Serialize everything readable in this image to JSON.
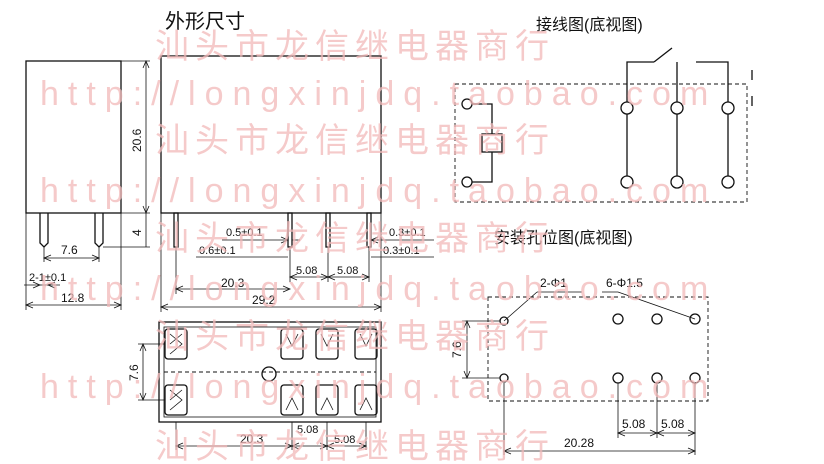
{
  "watermark": {
    "url": "http://longxinjdq.taobao.com",
    "shop": "汕头市龙信继电器商行"
  },
  "titles": {
    "outline": "外形尺寸",
    "wiring": "接线图(底视图)",
    "mounting": "安装孔位图(底视图)"
  },
  "dims_outline": {
    "height": "20.6",
    "pin_len": "4",
    "side_pin_span": "7.6",
    "side_pin_width": "2-1±0.1",
    "side_width": "12.8",
    "pin_a": "0.5±0.1",
    "pin_b": "0.6±0.1",
    "pin_c": "0.3±0.1",
    "pin_d": "0.3±0.1",
    "span_20_3": "20.3",
    "span_5_08_a": "5.08",
    "span_5_08_b": "5.08",
    "length": "29.2"
  },
  "dims_bottom": {
    "row_spacing": "7.6",
    "span_20_3": "20.3",
    "span_5_08_a": "5.08",
    "span_5_08_b": "5.08"
  },
  "dims_mounting": {
    "hole_small": "2-Φ1",
    "hole_large": "6-Φ1.5",
    "row_spacing": "7.6",
    "span_5_08_a": "5.08",
    "span_5_08_b": "5.08",
    "span_total": "20.28"
  }
}
